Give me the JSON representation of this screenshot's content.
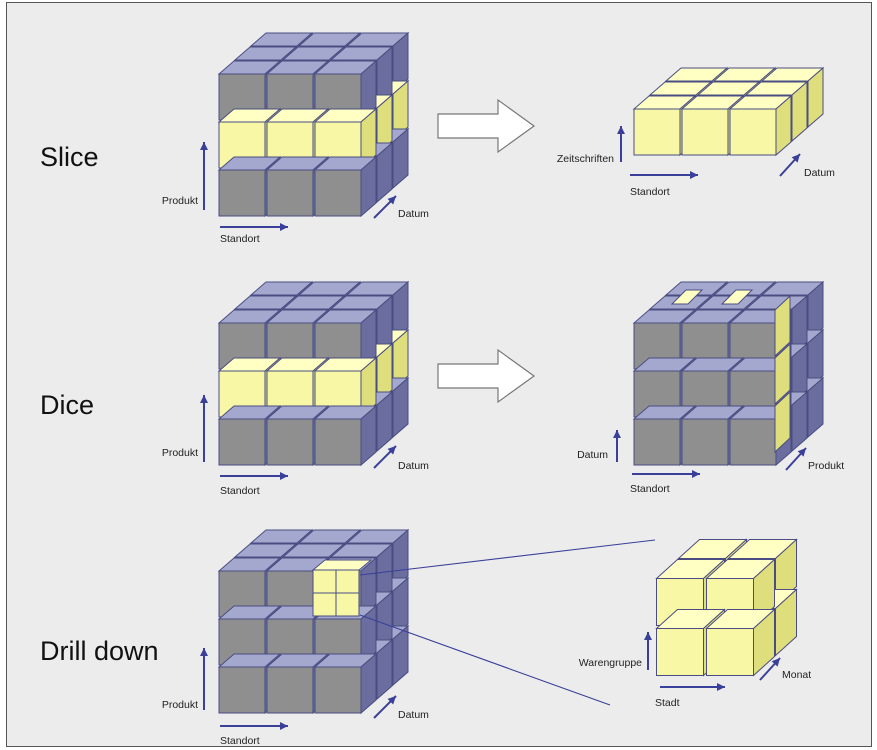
{
  "sections": [
    {
      "title": "Slice",
      "source_cube": {
        "axes": {
          "vertical": "Produkt",
          "horizontal": "Standort",
          "depth": "Datum"
        },
        "highlight": "middle horizontal layer"
      },
      "result_cube": {
        "axes": {
          "vertical": "Zeitschriften",
          "horizontal": "Standort",
          "depth": "Datum"
        }
      }
    },
    {
      "title": "Dice",
      "source_cube": {
        "axes": {
          "vertical": "Produkt",
          "horizontal": "Standort",
          "depth": "Datum"
        },
        "highlight": "middle horizontal layer"
      },
      "result_cube": {
        "axes": {
          "vertical": "Datum",
          "horizontal": "Standort",
          "depth": "Produkt"
        }
      }
    },
    {
      "title": "Drill down",
      "source_cube": {
        "axes": {
          "vertical": "Produkt",
          "horizontal": "Standort",
          "depth": "Datum"
        },
        "highlight": "single subdivided cell"
      },
      "result_cube": {
        "axes": {
          "vertical": "Warengruppe",
          "horizontal": "Stadt",
          "depth": "Monat"
        }
      }
    }
  ],
  "colors": {
    "grey_face": "#8f8f8f",
    "grey_top": "#a5a8ce",
    "grey_side": "#6a6d9d",
    "yellow_face": "#f7f7a6",
    "yellow_top": "#ffffc4",
    "yellow_side": "#dede7c",
    "edge": "#4a4d82",
    "arrow_line": "#3a3f9a",
    "background": "#ececec"
  }
}
